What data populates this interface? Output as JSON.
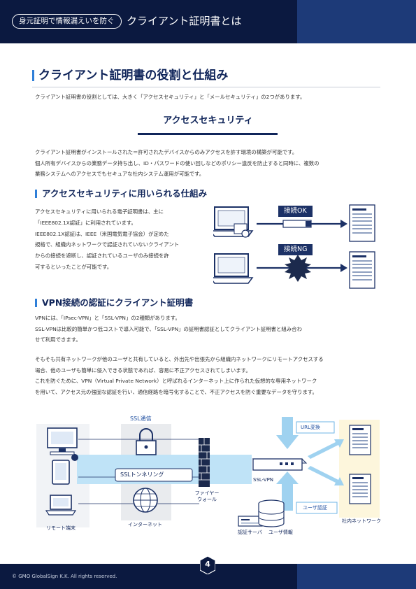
{
  "header": {
    "tag": "身元証明で情報漏えいを防ぐ",
    "title": "クライアント証明書とは"
  },
  "section": {
    "title": "クライアント証明書の役割と仕組み",
    "intro": "クライアント証明書の役割としては、大きく「アクセスセキュリティ」と「メールセキュリティ」の2つがあります。"
  },
  "access": {
    "title": "アクセスセキュリティ",
    "lines": [
      "クライアント証明書がインストールされた＝許可されたデバイスからのみアクセスを許す環境の構築が可能です。",
      "個人所有デバイスからの業務データ持ち出し、ID・パスワードの使い回しなどのポリシー違反を防止すると同時に、複数の",
      "業務システムへのアクセスでもセキュアな社内システム運用が可能です。"
    ]
  },
  "mechanism": {
    "title": "アクセスセキュリティに用いられる仕組み",
    "lines": [
      "アクセスセキュリティに用いられる電子証明書は、主に",
      "「IEEE802.1X認証」に利用されています。",
      "IEEE802.1X認証は、IEEE（米国電気電子協会）が定めた",
      "規格で、組織内ネットワークで認証されていないクライアント",
      "からの接続を遮断し、認証されているユーザのみ接続を許",
      "可するといったことが可能です。"
    ],
    "ok_label": "接続OK",
    "ng_label": "接続NG"
  },
  "vpn": {
    "title": "VPN接続の認証にクライアント証明書",
    "lines1": [
      "VPNには、「IPsec-VPN」と「SSL-VPN」の2種類があります。",
      "SSL-VPNは比較的簡単かつ低コストで導入可能で、「SSL-VPN」の証明書認証としてクライアント証明書と組み合わ",
      "せて利用できます。"
    ],
    "lines2": [
      "そもそも共有ネットワークが他のユーザと共有していると、外出先や出張先から組織内ネットワークにリモートアクセスする",
      "場合、他のユーザも簡単に侵入できる状態であれば、容易に不正アクセスされてしまいます。",
      "これを防ぐために、VPN（Virtual Private Network）と呼ばれるインターネット上に作られた仮想的な専用ネットワーク",
      "を用いて、アクセス元の強固な認証を行い、通信経路を暗号化することで、不正アクセスを防ぐ重要なデータを守ります。"
    ]
  },
  "diagram": {
    "ssl_comm": "SSL通信",
    "ssl_tunnel": "SSLトンネリング",
    "internet": "インターネット",
    "remote": "リモート端末",
    "firewall": "ファイヤー\nウォール",
    "firewall_1": "ファイヤー",
    "firewall_2": "ウォール",
    "sslvpn": "SSL-VPN",
    "url": "URL変換",
    "user_auth": "ユーザ認証",
    "auth_server": "認証サーバ",
    "user_info": "ユーザ情報",
    "intranet": "社内ネットワーク"
  },
  "footer": {
    "copyright": "© GMO GlobalSign K.K. All rights reserved.",
    "page": "4"
  },
  "colors": {
    "navy": "#0b1940",
    "accent_blue": "#2f7fd8",
    "light_blue": "#bfe3f7"
  }
}
